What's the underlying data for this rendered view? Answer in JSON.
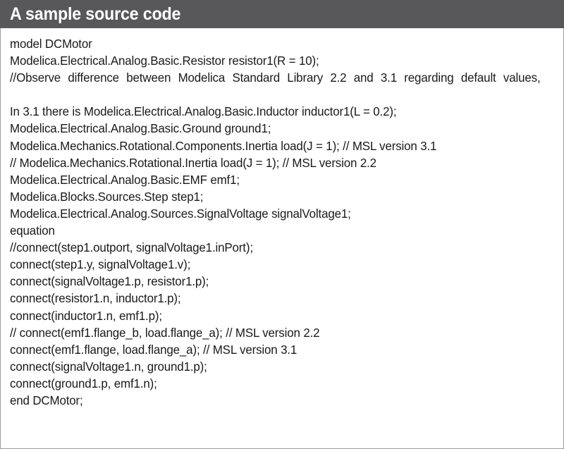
{
  "figure": {
    "title": "A sample source code",
    "header_bg": "#58585a",
    "header_text_color": "#ffffff",
    "body_bg": "#ffffff",
    "body_border_color": "#9a9a9a",
    "code_text_color": "#1a1a1a"
  },
  "code": {
    "language": "Modelica",
    "lines": [
      "model DCMotor",
      "Modelica.Electrical.Analog.Basic.Resistor resistor1(R = 10);",
      "//Observe difference between Modelica Standard Library 2.2 and 3.1 regarding default values,",
      "In 3.1 there is Modelica.Electrical.Analog.Basic.Inductor inductor1(L = 0.2);",
      "Modelica.Electrical.Analog.Basic.Ground ground1;",
      "Modelica.Mechanics.Rotational.Components.Inertia load(J = 1); // MSL version 3.1",
      "// Modelica.Mechanics.Rotational.Inertia load(J = 1); // MSL version 2.2",
      "Modelica.Electrical.Analog.Basic.EMF emf1;",
      "Modelica.Blocks.Sources.Step step1;",
      "Modelica.Electrical.Analog.Sources.SignalVoltage signalVoltage1;",
      "equation",
      "//connect(step1.outport, signalVoltage1.inPort);",
      "connect(step1.y, signalVoltage1.v);",
      "connect(signalVoltage1.p, resistor1.p);",
      "connect(resistor1.n, inductor1.p);",
      "connect(inductor1.n, emf1.p);",
      "// connect(emf1.flange_b, load.flange_a); // MSL version 2.2",
      "connect(emf1.flange, load.flange_a); // MSL version 3.1",
      "connect(signalVoltage1.n, ground1.p);",
      "connect(ground1.p, emf1.n);",
      "end DCMotor;"
    ],
    "wrapped_line_indices": [
      2
    ]
  }
}
